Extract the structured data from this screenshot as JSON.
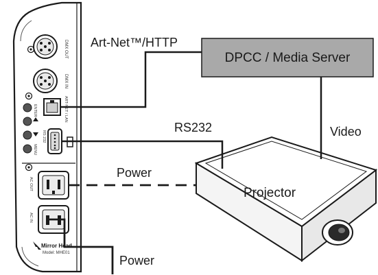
{
  "diagram": {
    "device": {
      "port_labels": {
        "dmx_out": "DMX OUT",
        "dmx_in": "DMX IN",
        "artnet_lan": "ART-NET / LAN",
        "rs232": "RS 232",
        "enter": "ENTER",
        "menu": "MENU",
        "ac_out": "AC OUT",
        "ac_in": "AC IN"
      },
      "brand": "Mirror Head",
      "model": "Model: MHE01"
    },
    "server_box": "DPCC / Media Server",
    "projector_label": "Projector",
    "connections": {
      "artnet": "Art-Net™/HTTP",
      "rs232": "RS232",
      "video": "Video",
      "power_top": "Power",
      "power_bottom": "Power"
    }
  }
}
